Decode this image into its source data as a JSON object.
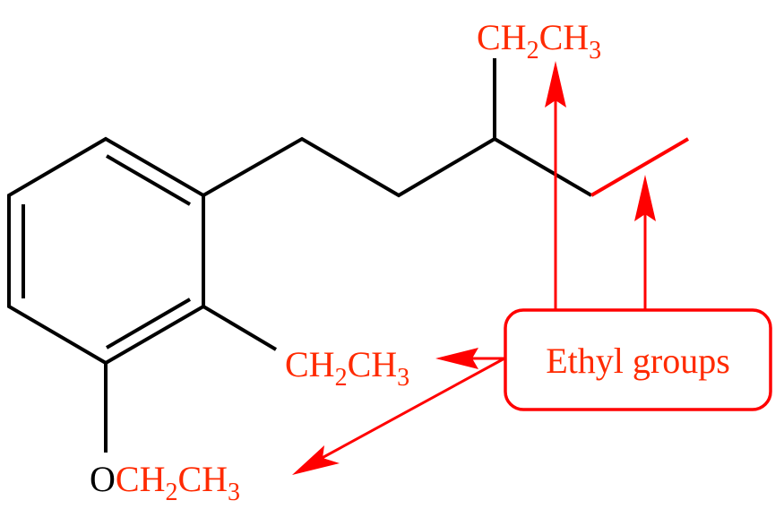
{
  "diagram": {
    "type": "chemical-structure",
    "colors": {
      "bond": "#000000",
      "highlight": "#ff0000",
      "label_text": "#ff2a00"
    },
    "callout": {
      "label": "Ethyl groups"
    },
    "substituents": {
      "top_ethyl": {
        "main": "CH",
        "sub1": "2",
        "main2": "CH",
        "sub2": "3"
      },
      "ortho_ethyl": {
        "main": "CH",
        "sub1": "2",
        "main2": "CH",
        "sub2": "3"
      },
      "ethoxy": {
        "oxygen": "O",
        "main": "CH",
        "sub1": "2",
        "main2": "CH",
        "sub2": "3"
      }
    },
    "annotations": [
      {
        "from": "callout",
        "to": "top_ethyl"
      },
      {
        "from": "callout",
        "to": "chain_terminal_ethyl_bond"
      },
      {
        "from": "callout",
        "to": "ortho_ethyl"
      },
      {
        "from": "callout",
        "to": "ethoxy"
      }
    ]
  }
}
